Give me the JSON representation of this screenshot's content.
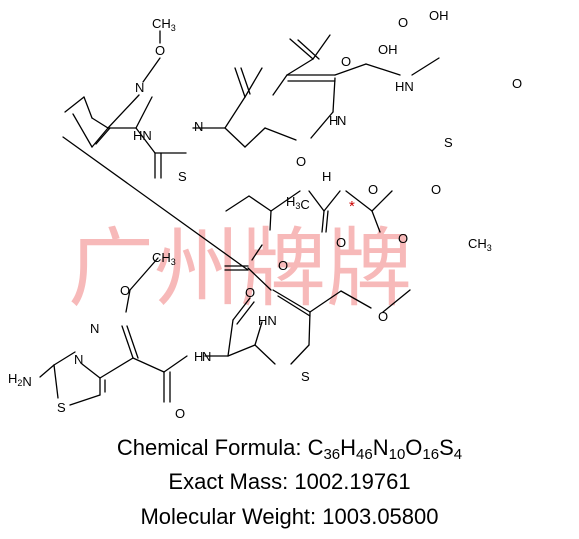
{
  "watermark": "广州牌牌",
  "stereo_marker": "*",
  "atom_labels": {
    "ch3_top": "CH3",
    "o_top_methoxy": "O",
    "n_oxime_top": "N",
    "oh_acid_top_right": "OH",
    "o_acid_top_right": "O",
    "oh_acid_mid": "OH",
    "o_acid_mid": "O",
    "hn_ring_top": "HN",
    "o_methoxymethyl_top": "O",
    "hn_linker": "HN",
    "n_thiazole_top": "N",
    "s_thiazole_top": "S",
    "h_amide_top": "H",
    "n_amide_top": "N",
    "o_amide_top": "O",
    "s_ring_top": "S",
    "h_stereo": "H",
    "h3c_ester": "H3C",
    "o_ester_link": "O",
    "o_carbonate_1": "O",
    "o_carbonate_2": "O",
    "o_carbonate_carbonyl": "O",
    "ch3_isopropyl": "CH3",
    "o_ester_carbonyl": "O",
    "o_ketone": "O",
    "ch3_oxime_bottom": "CH3",
    "o_oxime_bottom": "O",
    "n_oxime_bottom": "N",
    "hn_ring_bottom": "HN",
    "o_methoxymethyl_bottom": "O",
    "n_thiazole_bottom": "N",
    "h2n": "H2N",
    "s_thiazole_bottom": "S",
    "h_amide_bottom": "H",
    "n_amide_bottom": "N",
    "s_ring_bottom": "S",
    "o_amide_bottom": "O"
  },
  "properties": {
    "formula_label": "Chemical Formula: ",
    "formula_elements": [
      {
        "symbol": "C",
        "count": "36"
      },
      {
        "symbol": "H",
        "count": "46"
      },
      {
        "symbol": "N",
        "count": "10"
      },
      {
        "symbol": "O",
        "count": "16"
      },
      {
        "symbol": "S",
        "count": "4"
      }
    ],
    "exact_mass_label": "Exact Mass: ",
    "exact_mass_value": "1002.19761",
    "molecular_weight_label": "Molecular Weight: ",
    "molecular_weight_value": "1003.05800"
  }
}
